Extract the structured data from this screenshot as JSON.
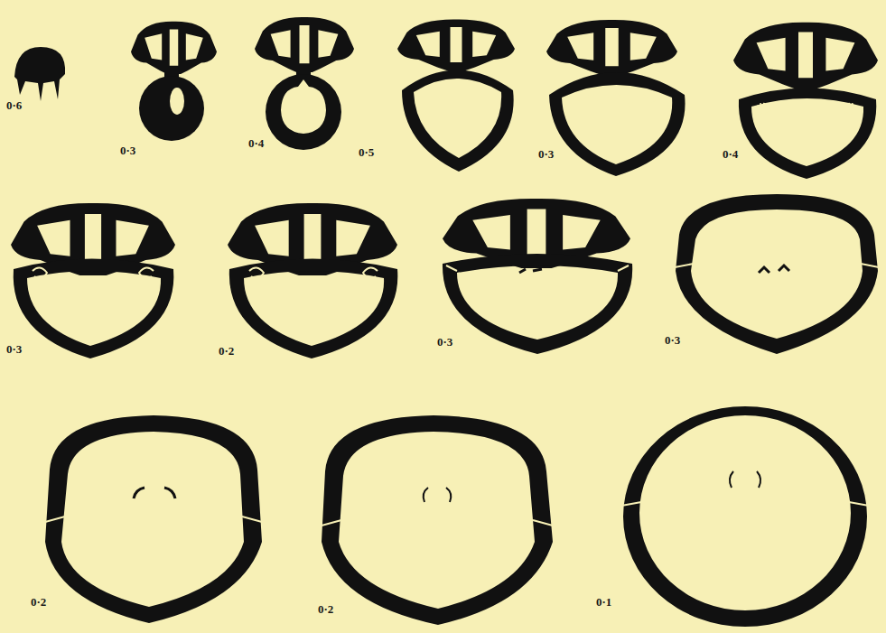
{
  "diagram": {
    "labels": [
      "0·6",
      "0·3",
      "0·4",
      "0·5",
      "0·3",
      "0·4",
      "0·3",
      "0·2",
      "0·3",
      "0·3",
      "0·2",
      "0·2",
      "0·1"
    ]
  }
}
